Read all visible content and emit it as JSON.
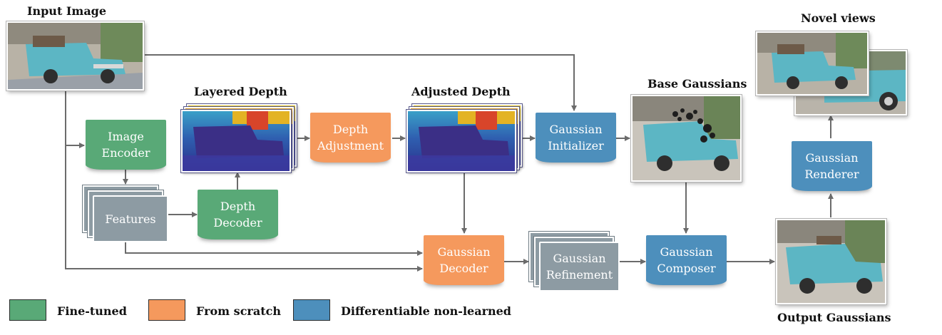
{
  "titles": {
    "input_image": "Input Image",
    "layered_depth": "Layered Depth",
    "adjusted_depth": "Adjusted Depth",
    "base_gaussians": "Base Gaussians",
    "novel_views": "Novel views",
    "output_gaussians": "Output Gaussians"
  },
  "nodes": {
    "image_encoder": [
      "Image",
      "Encoder"
    ],
    "features": "Features",
    "depth_decoder": [
      "Depth",
      "Decoder"
    ],
    "depth_adjustment": [
      "Depth",
      "Adjustment"
    ],
    "gaussian_initializer": [
      "Gaussian",
      "Initializer"
    ],
    "gaussian_decoder": [
      "Gaussian",
      "Decoder"
    ],
    "gaussian_refinement": [
      "Gaussian",
      "Refinement"
    ],
    "gaussian_composer": [
      "Gaussian",
      "Composer"
    ],
    "gaussian_renderer": [
      "Gaussian",
      "Renderer"
    ]
  },
  "legend": [
    {
      "label": "Fine-tuned",
      "color": "#59a977"
    },
    {
      "label": "From scratch",
      "color": "#f5995d"
    },
    {
      "label": "Differentiable non-learned",
      "color": "#4d8fbc"
    }
  ],
  "colors": {
    "fine_tuned": "#59a977",
    "from_scratch": "#f5995d",
    "non_learned": "#4d8fbc",
    "features": "#8d9ba3",
    "arrow": "#6b6b6b"
  }
}
